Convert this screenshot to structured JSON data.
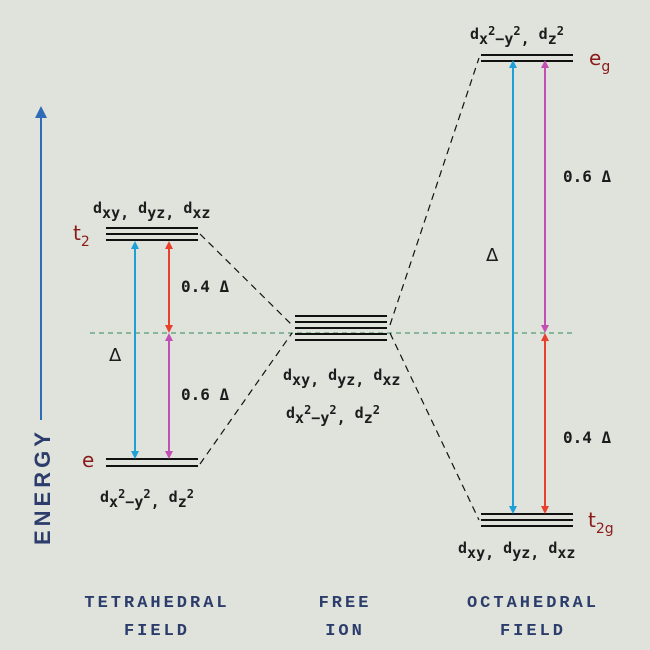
{
  "axis": {
    "label": "ENERGY"
  },
  "columns": {
    "tetrahedral": {
      "line1": "TETRAHEDRAL",
      "line2": "FIELD"
    },
    "free": {
      "line1": "FREE",
      "line2": "ION"
    },
    "octahedral": {
      "line1": "OCTAHEDRAL",
      "line2": "FIELD"
    }
  },
  "tetrahedral": {
    "upper_symbol": "t",
    "upper_sub": "2",
    "upper_orbitals": "dxy, dyz, dxz",
    "lower_symbol": "e",
    "lower_orbitals": "dx2−y2, dz2",
    "gap_label": "Δ",
    "upper_split": "0.4 Δ",
    "lower_split": "0.6 Δ"
  },
  "free_ion": {
    "orbitals_line1": "dxy, dyz, dxz",
    "orbitals_line2": "dx2−y2, dz2"
  },
  "octahedral": {
    "upper_symbol": "e",
    "upper_sub": "g",
    "upper_orbitals": "dx2−y2, dz2",
    "lower_symbol": "t",
    "lower_sub": "2g",
    "lower_orbitals": "dxy, dyz, dxz",
    "gap_label": "Δ",
    "upper_split": "0.6 Δ",
    "lower_split": "0.4 Δ"
  },
  "colors": {
    "gap_arrow": "#1e9fd6",
    "lower_energy_arrow": "#e8402a",
    "higher_energy_arrow": "#c44fb3",
    "axis": "#2f6cb8",
    "baseline": "#2e8b57"
  }
}
